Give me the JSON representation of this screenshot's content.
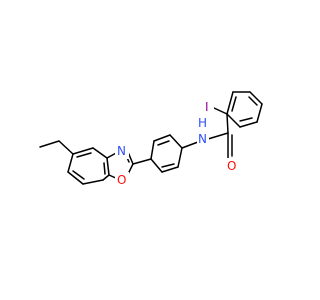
{
  "molecule": {
    "atoms": [
      {
        "id": "I",
        "symbol": "I",
        "element": "iodine"
      },
      {
        "id": "N",
        "symbol": "N",
        "element": "nitrogen"
      },
      {
        "id": "H",
        "symbol": "H",
        "element": "hydrogen"
      },
      {
        "id": "Na",
        "symbol": "N",
        "element": "nitrogen"
      },
      {
        "id": "Ox",
        "symbol": "O",
        "element": "oxygen"
      },
      {
        "id": "Oc",
        "symbol": "O",
        "element": "oxygen"
      }
    ],
    "colors": {
      "bond": "#000000",
      "I": "#940094",
      "N": "#3050F8",
      "H": "#3050F8",
      "Na": "#3050F8",
      "Ox": "#FF0D0D",
      "Oc": "#FF0D0D"
    }
  }
}
